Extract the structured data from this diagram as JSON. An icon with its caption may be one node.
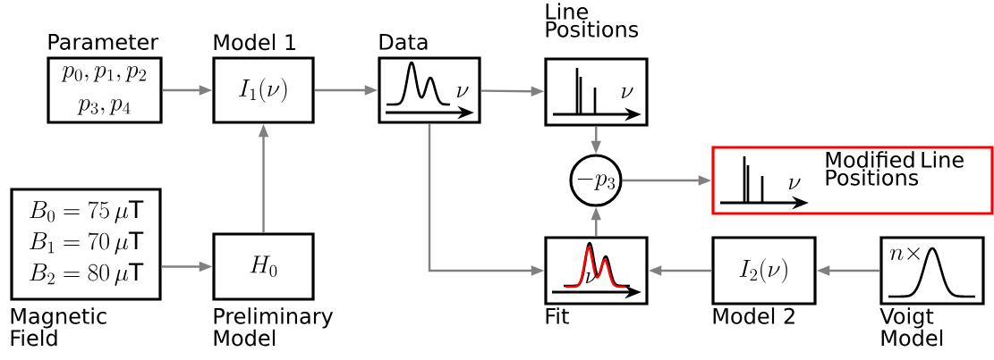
{
  "diagram": {
    "nodes": [
      {
        "text": [
          "Parameter",
          "p_0, p_1, p_2",
          "p_3, p_4"
        ]
      },
      {
        "text": [
          "Model 1",
          "I_1(\\nu)"
        ]
      },
      {
        "text": [
          "Data",
          "\\nu"
        ]
      },
      {
        "text": [
          "Line Positions",
          "\\nu"
        ]
      },
      {
        "text": [
          "B_0 = 75\\,\\mathrm{\\mu T}",
          "B_1 = 70\\,\\mathrm{\\mu T}",
          "B_2 = 80\\,\\mathrm{\\mu T}",
          "Magnetic Field"
        ]
      },
      {
        "text": [
          "H_0",
          "Preliminary Model"
        ]
      },
      {
        "text": [
          "-p_3"
        ]
      },
      {
        "text": [
          "\\nu",
          "Modified Line Positions"
        ]
      },
      {
        "text": [
          "\\nu",
          "Fit"
        ]
      },
      {
        "text": [
          "I_2(\\nu)",
          "Model 2"
        ]
      },
      {
        "text": [
          "n\\times",
          "Voigt Model"
        ]
      }
    ],
    "edges": [
      {
        "from": 0,
        "to": 1,
        "arrow": "to"
      },
      {
        "from": 1,
        "to": 2,
        "arrow": "to"
      },
      {
        "from": 2,
        "to": 3,
        "arrow": "to"
      },
      {
        "from": 4,
        "to": 5,
        "arrow": "to"
      },
      {
        "from": 5,
        "to": 1,
        "arrow": "to"
      },
      {
        "from": 3,
        "to": 6,
        "arrow": "to"
      },
      {
        "from": 6,
        "to": 7,
        "arrow": "to"
      },
      {
        "from": 8,
        "to": 6,
        "arrow": "to"
      },
      {
        "from": 2,
        "to": 8,
        "arrow": "to"
      },
      {
        "from": 9,
        "to": 8,
        "arrow": "to"
      },
      {
        "from": 10,
        "to": 9,
        "arrow": "to"
      }
    ]
  }
}
